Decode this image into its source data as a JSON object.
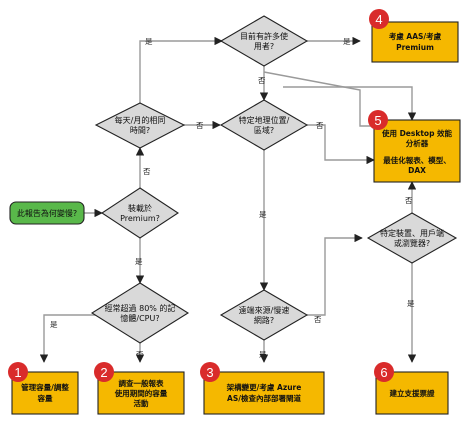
{
  "nodes": {
    "start": "此報告為何變慢?",
    "premium": [
      "裝載於",
      "Premium?"
    ],
    "daily": [
      "每天/月的相同",
      "時間?"
    ],
    "many_users": [
      "目前有許多使",
      "用者?"
    ],
    "location": [
      "特定地理位置/",
      "區域?"
    ],
    "source_slow": [
      "遠端來源/慢速",
      "網路?"
    ],
    "capacity_cpu": [
      "經常超過 80% 的記",
      "憶體/CPU?"
    ],
    "device": [
      "特定裝置、用戶端",
      "或瀏覽器?"
    ],
    "out_capacity": [
      "管理容量/調整",
      "容量"
    ],
    "out_schedule": [
      "調查一般報表",
      "使用期間的容量",
      "活動"
    ],
    "out_azure": [
      "架構變更/考慮 Azure",
      "AS/檢查內部部署閘道"
    ],
    "out_aas": [
      "考慮 AAS/考慮",
      "Premium"
    ],
    "out_analyzer_title": [
      "使用 Desktop 效能",
      "分析器"
    ],
    "out_analyzer_sub": [
      "最佳化報表、模型、",
      "DAX"
    ],
    "out_support": [
      "建立支援票證"
    ]
  },
  "edges": {
    "yes": "是",
    "no": "否"
  },
  "badges": [
    "1",
    "2",
    "3",
    "4",
    "5",
    "6"
  ],
  "colors": {
    "decision": "#d9d9d9",
    "outcome": "#f5b800",
    "start": "#59b84a",
    "badge": "#d92b2b",
    "connector": "#9a9a9a"
  }
}
